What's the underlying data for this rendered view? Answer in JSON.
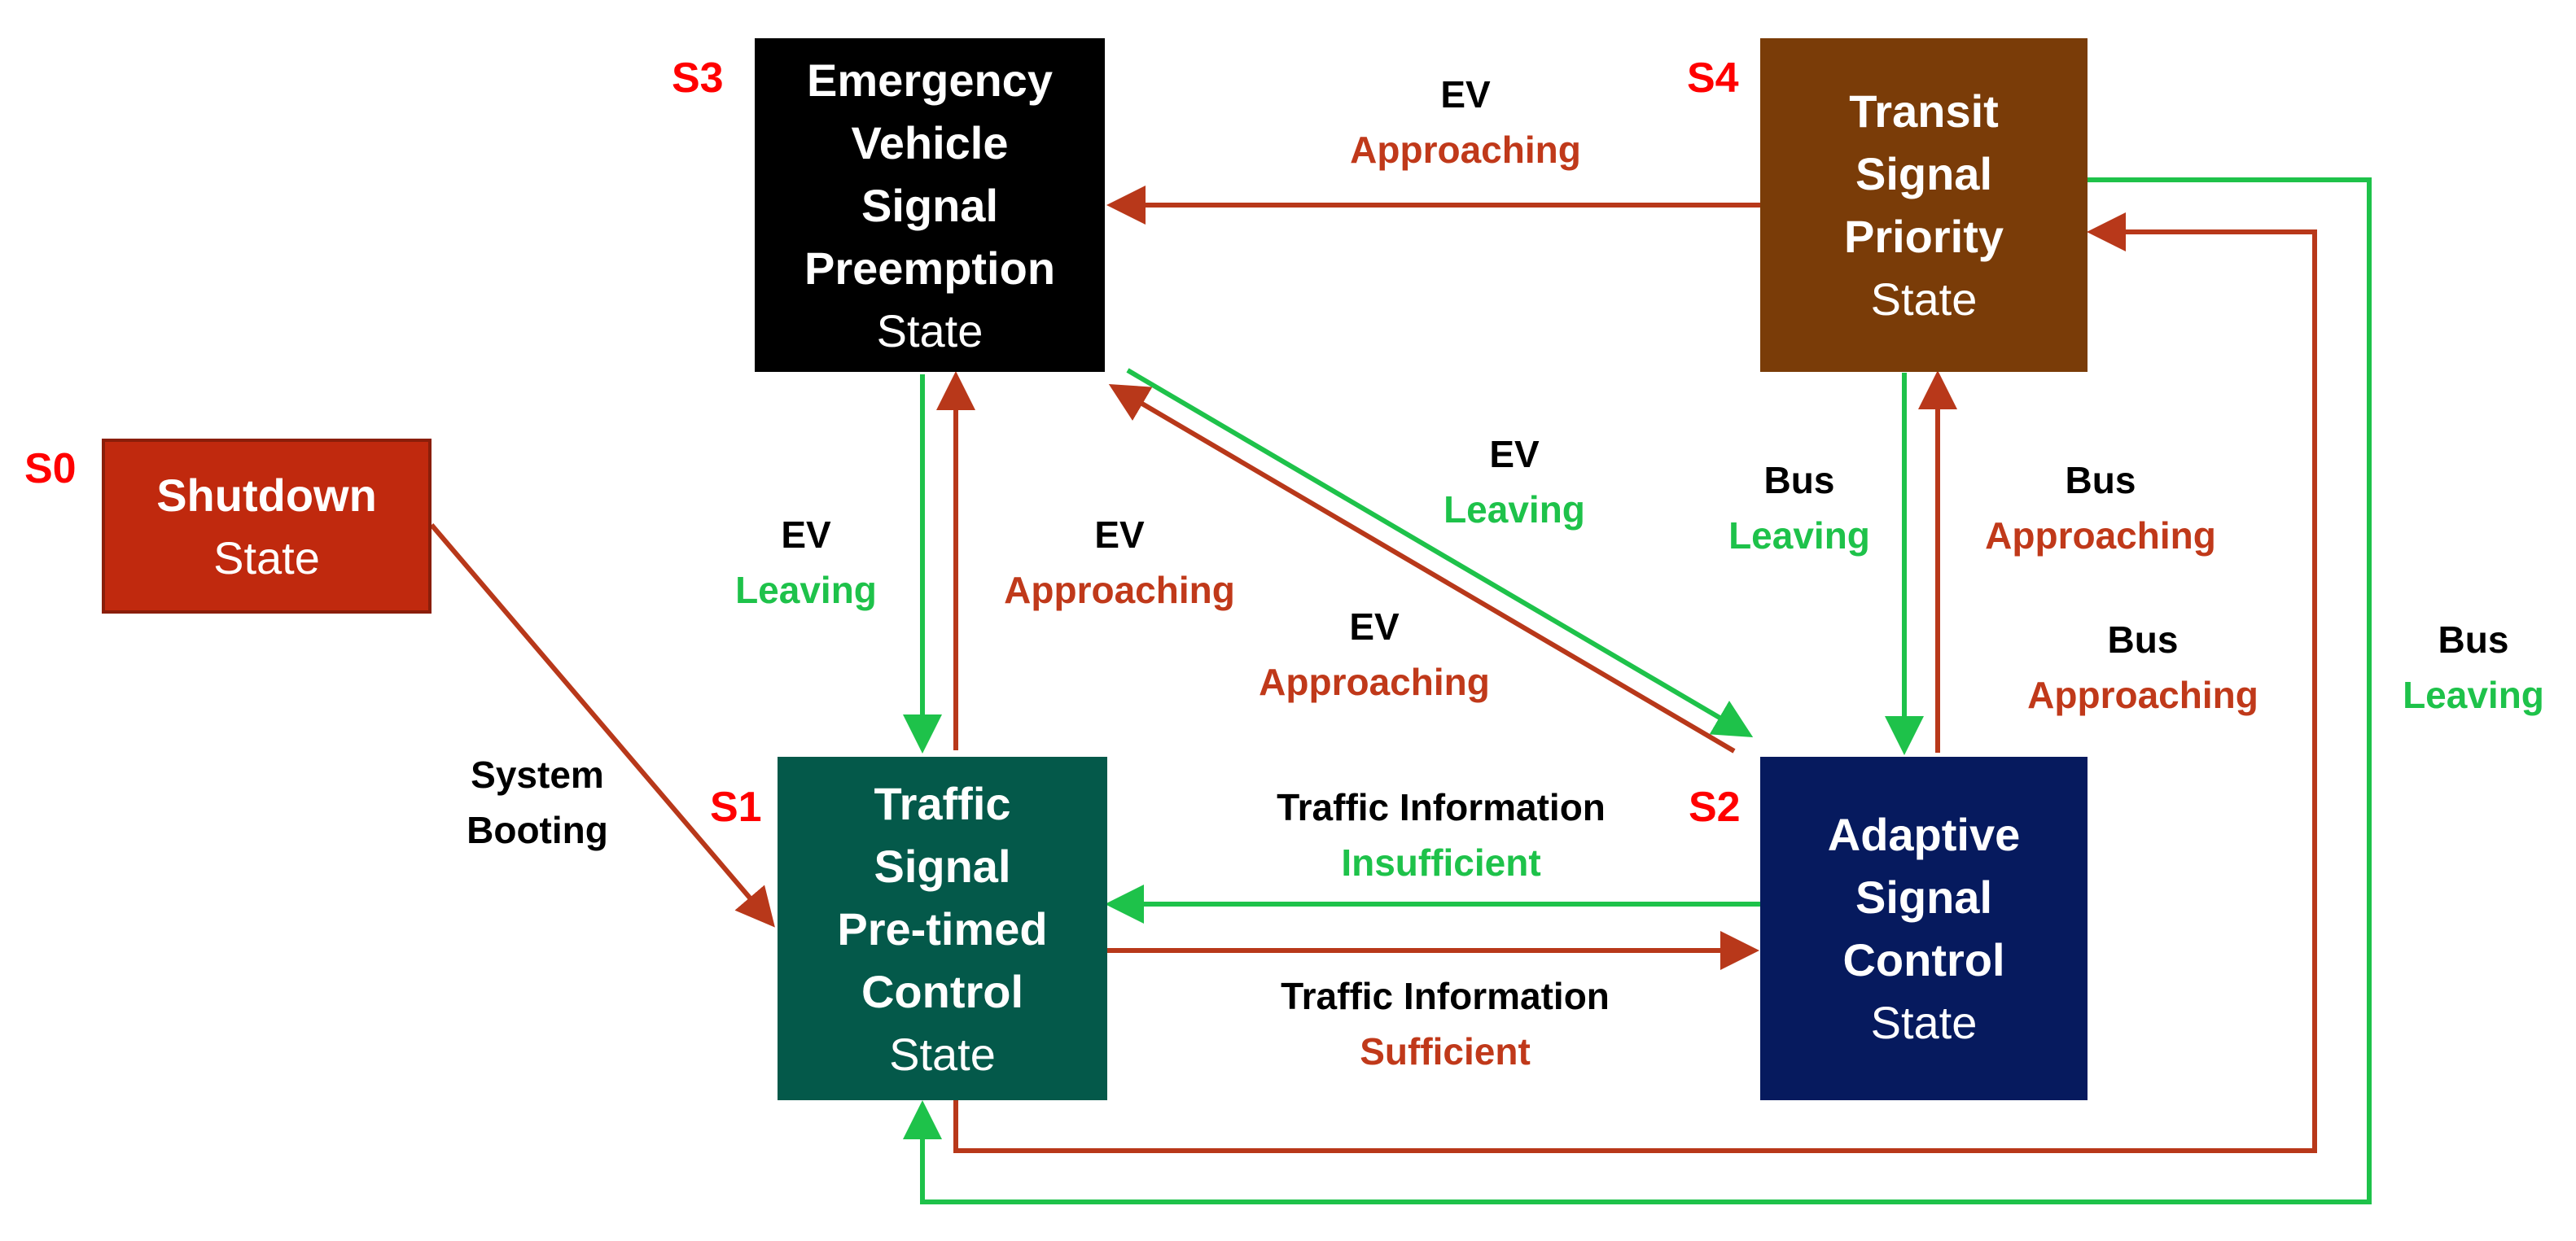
{
  "colors": {
    "red_arrow": "#b8381a",
    "green_arrow": "#1ec24a",
    "state_id": "#ff0000",
    "s0_fill": "#c0290e",
    "s1_fill": "#04594a",
    "s2_fill": "#061a5e",
    "s3_fill": "#000000",
    "s4_fill": "#7a3c08"
  },
  "states": {
    "s0": {
      "id": "S0",
      "title": "Shutdown",
      "sub": "State"
    },
    "s1": {
      "id": "S1",
      "title_lines": [
        "Traffic",
        "Signal",
        "Pre-timed",
        "Control"
      ],
      "sub": "State"
    },
    "s2": {
      "id": "S2",
      "title_lines": [
        "Adaptive",
        "Signal",
        "Control"
      ],
      "sub": "State"
    },
    "s3": {
      "id": "S3",
      "title_lines": [
        "Emergency",
        "Vehicle",
        "Signal",
        "Preemption"
      ],
      "sub": "State"
    },
    "s4": {
      "id": "S4",
      "title_lines": [
        "Transit",
        "Signal",
        "Priority"
      ],
      "sub": "State"
    }
  },
  "transitions": {
    "s0_s1": {
      "line1": "System",
      "line2": "Booting"
    },
    "s4_s3": {
      "line1": "EV",
      "line2": "Approaching"
    },
    "s3_s1": {
      "line1": "EV",
      "line2": "Leaving"
    },
    "s1_s3": {
      "line1": "EV",
      "line2": "Approaching"
    },
    "s3_s2": {
      "line1": "EV",
      "line2": "Leaving"
    },
    "s2_s3": {
      "line1": "EV",
      "line2": "Approaching"
    },
    "s4_s2": {
      "line1": "Bus",
      "line2": "Leaving"
    },
    "s2_s4": {
      "line1": "Bus",
      "line2": "Approaching"
    },
    "s1_s4": {
      "line1": "Bus",
      "line2": "Approaching"
    },
    "s4_s1": {
      "line1": "Bus",
      "line2": "Leaving"
    },
    "s2_s1": {
      "line1": "Traffic Information",
      "line2": "Insufficient"
    },
    "s1_s2": {
      "line1": "Traffic Information",
      "line2": "Sufficient"
    }
  }
}
